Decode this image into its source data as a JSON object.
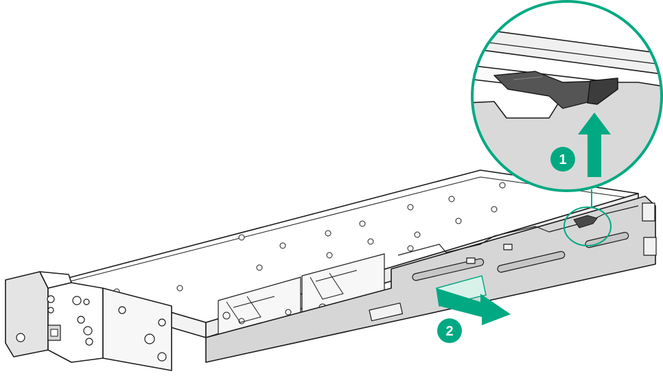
{
  "colors": {
    "accent": "#01A982",
    "arrow": "#01A982",
    "chassis_fill": "#ffffff",
    "panel_fill": "#d6d6d6",
    "line": "#1a1a1a"
  },
  "steps": [
    {
      "number": "1",
      "direction": "up"
    },
    {
      "number": "2",
      "direction": "right"
    }
  ],
  "icons": {
    "arrow_up": "arrow-up-icon",
    "arrow_right": "arrow-right-icon",
    "callout": "magnifier-callout"
  }
}
